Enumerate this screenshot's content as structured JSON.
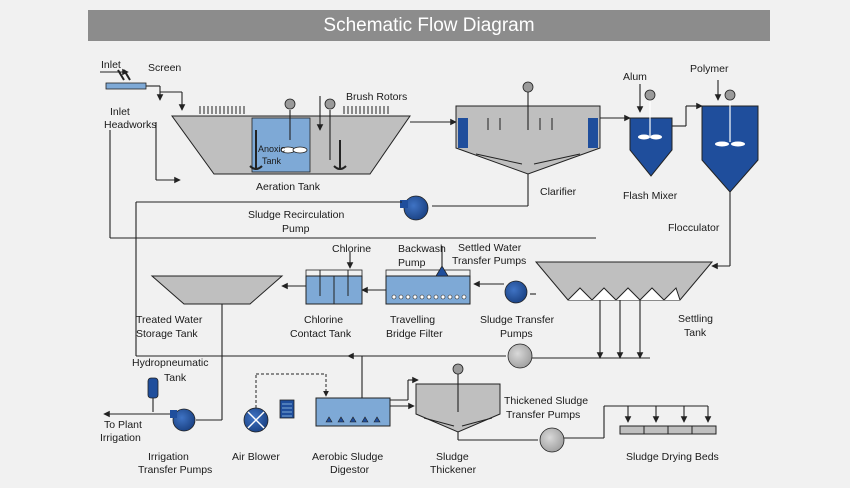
{
  "title": "Schematic Flow Diagram",
  "labels": {
    "inlet": "Inlet",
    "screen": "Screen",
    "inlet_headworks_1": "Inlet",
    "inlet_headworks_2": "Headworks",
    "brush_rotors": "Brush Rotors",
    "anoxic_tank_1": "Anoxic",
    "anoxic_tank_2": "Tank",
    "aeration_tank": "Aeration Tank",
    "clarifier": "Clarifier",
    "alum": "Alum",
    "polymer": "Polymer",
    "flash_mixer": "Flash Mixer",
    "flocculator": "Flocculator",
    "sludge_recirculation_pump_1": "Sludge Recirculation",
    "sludge_recirculation_pump_2": "Pump",
    "chlorine": "Chlorine",
    "backwash_pump_1": "Backwash",
    "backwash_pump_2": "Pump",
    "settled_water_transfer_pumps_1": "Settled Water",
    "settled_water_transfer_pumps_2": "Transfer Pumps",
    "treated_water_storage_tank_1": "Treated Water",
    "treated_water_storage_tank_2": "Storage Tank",
    "chlorine_contact_tank_1": "Chlorine",
    "chlorine_contact_tank_2": "Contact Tank",
    "travelling_bridge_filter_1": "Travelling",
    "travelling_bridge_filter_2": "Bridge Filter",
    "sludge_transfer_pumps_1": "Sludge Transfer",
    "sludge_transfer_pumps_2": "Pumps",
    "settling_tank_1": "Settling",
    "settling_tank_2": "Tank",
    "hydropneumatic_tank_1": "Hydropneumatic",
    "hydropneumatic_tank_2": "Tank",
    "to_plant_irrigation_1": "To Plant",
    "to_plant_irrigation_2": "Irrigation",
    "irrigation_transfer_pumps_1": "Irrigation",
    "irrigation_transfer_pumps_2": "Transfer Pumps",
    "air_blower": "Air Blower",
    "aerobic_sludge_digestor_1": "Aerobic Sludge",
    "aerobic_sludge_digestor_2": "Digestor",
    "sludge_thickener_1": "Sludge",
    "sludge_thickener_2": "Thickener",
    "thickened_sludge_transfer_pumps_1": "Thickened Sludge",
    "thickened_sludge_transfer_pumps_2": "Transfer Pumps",
    "sludge_drying_beds": "Sludge Drying Beds"
  },
  "colors": {
    "title_bar": "#8c8c8c",
    "water_blue": "#1f4e9c",
    "light_blue": "#7ea9d6",
    "tank_gray": "#bfbfbf",
    "pump_gray": "#b9b9b9",
    "line": "#222222"
  },
  "icons": [
    "pump-icon",
    "mixer-icon",
    "gauge-icon",
    "air-blower-icon"
  ]
}
